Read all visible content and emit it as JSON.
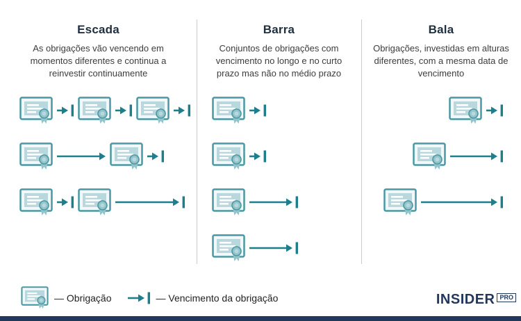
{
  "columns": [
    {
      "id": "escada",
      "title": "Escada",
      "description": "As obrigações vão vencendo em momentos diferentes e continua a reinvestir continuamente",
      "rows": [
        {
          "segments": [
            {
              "type": "bond"
            },
            {
              "type": "arrow",
              "length": 24,
              "bar": true
            },
            {
              "type": "bond"
            },
            {
              "type": "arrow",
              "length": 24,
              "bar": true
            },
            {
              "type": "bond"
            },
            {
              "type": "arrow",
              "length": 24,
              "bar": true
            }
          ]
        },
        {
          "segments": [
            {
              "type": "bond"
            },
            {
              "type": "arrow",
              "length": 70,
              "bar": false
            },
            {
              "type": "bond"
            },
            {
              "type": "arrow",
              "length": 24,
              "bar": true
            }
          ]
        },
        {
          "segments": [
            {
              "type": "bond"
            },
            {
              "type": "arrow",
              "length": 24,
              "bar": true
            },
            {
              "type": "bond"
            },
            {
              "type": "arrow",
              "length": 100,
              "bar": true
            }
          ]
        }
      ]
    },
    {
      "id": "barra",
      "title": "Barra",
      "description": "Conjuntos de obrigações com vencimento no longo e no curto prazo mas não no médio prazo",
      "rows": [
        {
          "segments": [
            {
              "type": "bond"
            },
            {
              "type": "arrow",
              "length": 24,
              "bar": true
            }
          ]
        },
        {
          "segments": [
            {
              "type": "bond"
            },
            {
              "type": "arrow",
              "length": 24,
              "bar": true
            }
          ]
        },
        {
          "segments": [
            {
              "type": "bond"
            },
            {
              "type": "arrow",
              "length": 70,
              "bar": true
            }
          ]
        },
        {
          "segments": [
            {
              "type": "bond"
            },
            {
              "type": "arrow",
              "length": 70,
              "bar": true
            }
          ]
        }
      ]
    },
    {
      "id": "bala",
      "title": "Bala",
      "description": "Obrigações, investidas em alturas diferentes, com a mesma data de vencimento",
      "rows": [
        {
          "align": "right",
          "segments": [
            {
              "type": "bond"
            },
            {
              "type": "arrow",
              "length": 24,
              "bar": true
            }
          ]
        },
        {
          "align": "right",
          "segments": [
            {
              "type": "bond"
            },
            {
              "type": "arrow",
              "length": 76,
              "bar": true
            }
          ]
        },
        {
          "align": "right",
          "segments": [
            {
              "type": "bond"
            },
            {
              "type": "arrow",
              "length": 118,
              "bar": true
            }
          ]
        }
      ]
    }
  ],
  "legend": {
    "bond_label": "— Obrigação",
    "maturity_label": "— Vencimento da obrigação"
  },
  "logo": {
    "name": "INSIDER",
    "suffix": "PRO"
  },
  "colors": {
    "teal": "#1e7f8c",
    "cert_border": "#4a98a3",
    "cert_fill": "#b9d8dd",
    "cert_paper": "#f2f8f9",
    "seal": "#93c3cb",
    "navy": "#22375c",
    "divider": "#cccccc",
    "title_text": "#20303f",
    "body_text": "#3c3c3c"
  }
}
